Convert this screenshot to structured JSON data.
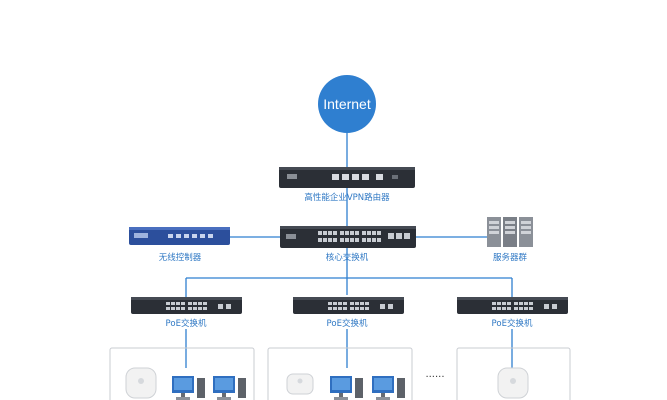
{
  "nodes": {
    "internet": {
      "label": "Internet",
      "color": "#2f7fd0"
    },
    "vpn_router": {
      "label": "高性能企业VPN路由器"
    },
    "wireless_controller": {
      "label": "无线控制器"
    },
    "core_switch": {
      "label": "核心交换机"
    },
    "server_cluster": {
      "label": "服务器群"
    },
    "poe_switches": [
      {
        "label": "PoE交换机"
      },
      {
        "label": "PoE交换机"
      },
      {
        "label": "PoE交换机"
      }
    ],
    "ellipsis": "......"
  },
  "colors": {
    "link": "#2f7fd0",
    "label": "#2f78c4",
    "device_dark": "#2b2f36",
    "controller_blue": "#2c4f9c"
  }
}
